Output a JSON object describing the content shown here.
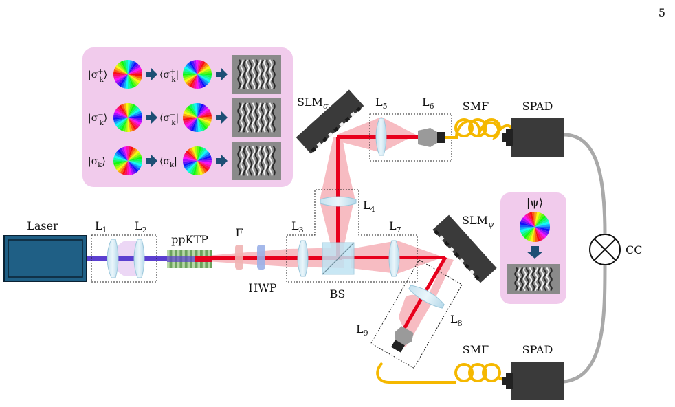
{
  "page_number": "5",
  "labels": {
    "laser": "Laser",
    "l1": "L",
    "l1_sub": "1",
    "l2": "L",
    "l2_sub": "2",
    "ppktp": "ppKTP",
    "filter": "F",
    "hwp": "HWP",
    "l3": "L",
    "l3_sub": "3",
    "l4": "L",
    "l4_sub": "4",
    "l5": "L",
    "l5_sub": "5",
    "l6": "L",
    "l6_sub": "6",
    "l7": "L",
    "l7_sub": "7",
    "l8": "L",
    "l8_sub": "8",
    "l9": "L",
    "l9_sub": "9",
    "bs": "BS",
    "slm_sigma": "SLM",
    "slm_sigma_sub": "σ",
    "slm_psi": "SLM",
    "slm_psi_sub": "ψ",
    "smf_top": "SMF",
    "smf_bottom": "SMF",
    "spad_top": "SPAD",
    "spad_bottom": "SPAD",
    "cc": "CC"
  },
  "inset_sigma": {
    "rows": [
      {
        "ket": "|σ",
        "ket_sup": "+",
        "ket_sub": "k",
        "ket_end": "⟩",
        "bra": "⟨σ",
        "bra_sup": "+",
        "bra_sub": "k",
        "bra_end": "|"
      },
      {
        "ket": "|σ",
        "ket_sup": "−",
        "ket_sub": "k",
        "ket_end": "⟩",
        "bra": "⟨σ",
        "bra_sup": "−",
        "bra_sub": "k",
        "bra_end": "|"
      },
      {
        "ket": "|σ",
        "ket_sup": "",
        "ket_sub": "k",
        "ket_end": "⟩",
        "bra": "⟨σ",
        "bra_sup": "",
        "bra_sub": "k",
        "bra_end": "|"
      }
    ]
  },
  "inset_psi": {
    "ket": "|ψ⟩"
  },
  "colors": {
    "pump": "#5b3fd0",
    "beam": "#e8001c",
    "beam_halo": "#f4a6ae",
    "fiber": "#f5b800",
    "cable": "#a9a9a9",
    "inset_bg": "#f1cbec",
    "device": "#3a3a3a",
    "laser_body": "#1f5f85"
  }
}
